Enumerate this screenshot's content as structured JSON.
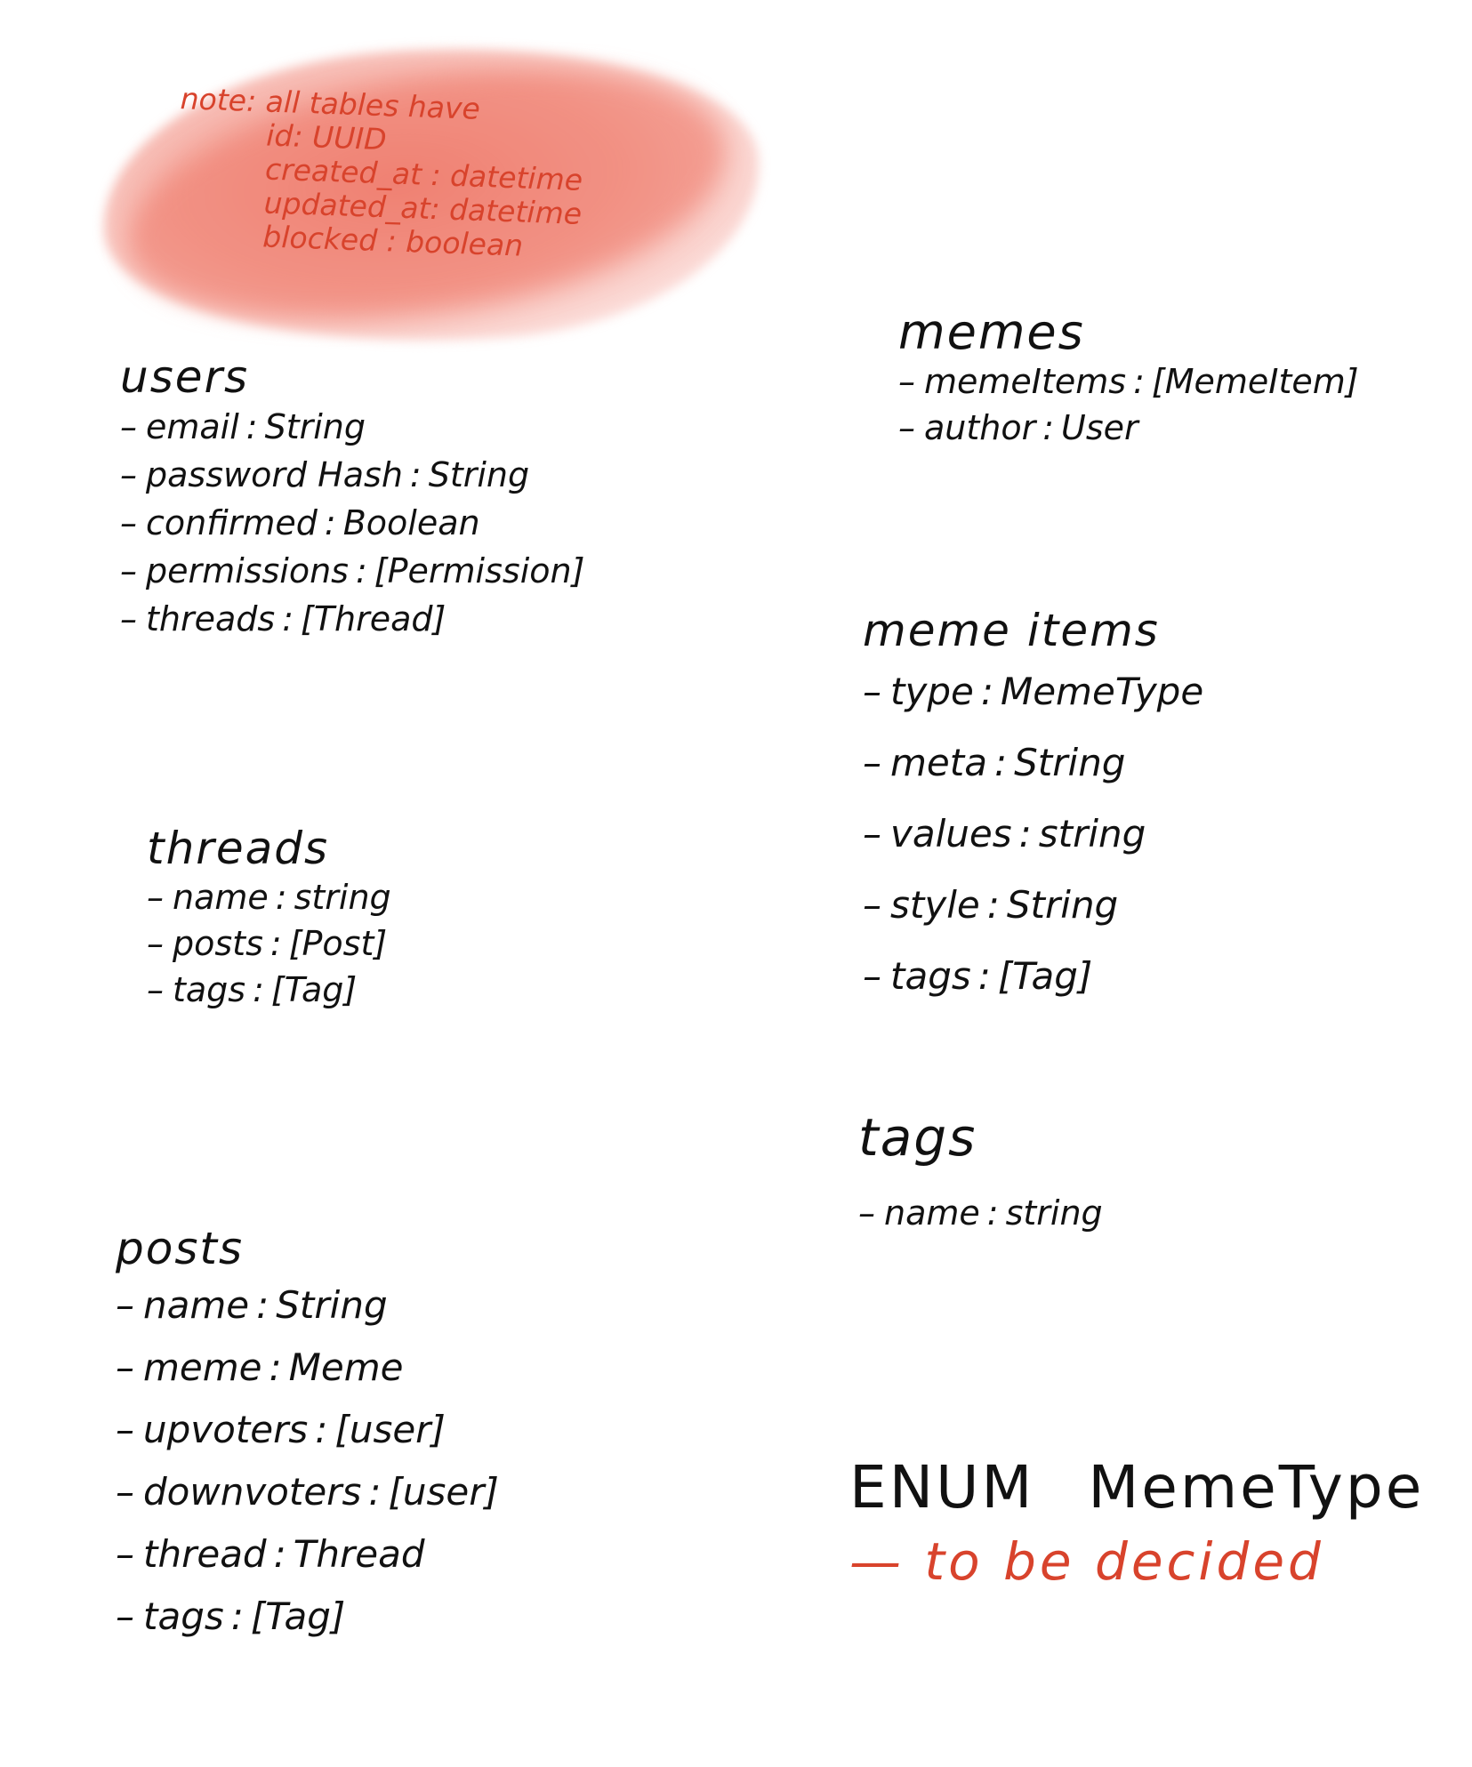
{
  "note": {
    "lines": [
      "note: all tables have",
      "id: UUID",
      "created_at : datetime",
      "updated_at: datetime",
      "blocked : boolean"
    ],
    "color": "#d8432c",
    "highlight_color": "#ec6e5e"
  },
  "tables": {
    "users": {
      "title": "users",
      "fields": [
        {
          "name": "email",
          "type": "String"
        },
        {
          "name": "password Hash",
          "type": "String"
        },
        {
          "name": "confirmed",
          "type": "Boolean"
        },
        {
          "name": "permissions",
          "type": "[Permission]"
        },
        {
          "name": "threads",
          "type": "[Thread]"
        }
      ]
    },
    "threads": {
      "title": "threads",
      "fields": [
        {
          "name": "name",
          "type": "string"
        },
        {
          "name": "posts",
          "type": "[Post]"
        },
        {
          "name": "tags",
          "type": "[Tag]"
        }
      ]
    },
    "posts": {
      "title": "posts",
      "fields": [
        {
          "name": "name",
          "type": "String"
        },
        {
          "name": "meme",
          "type": "Meme"
        },
        {
          "name": "upvoters",
          "type": "[user]"
        },
        {
          "name": "downvoters",
          "type": "[user]"
        },
        {
          "name": "thread",
          "type": "Thread"
        },
        {
          "name": "tags",
          "type": "[Tag]"
        }
      ]
    },
    "memes": {
      "title": "memes",
      "fields": [
        {
          "name": "memeItems",
          "type": "[MemeItem]"
        },
        {
          "name": "author",
          "type": "User"
        }
      ]
    },
    "meme_items": {
      "title": "meme items",
      "fields": [
        {
          "name": "type",
          "type": "MemeType"
        },
        {
          "name": "meta",
          "type": "String"
        },
        {
          "name": "values",
          "type": "string"
        },
        {
          "name": "style",
          "type": "String"
        },
        {
          "name": "tags",
          "type": "[Tag]"
        }
      ]
    },
    "tags": {
      "title": "tags",
      "fields": [
        {
          "name": "name",
          "type": "string"
        }
      ]
    }
  },
  "enum": {
    "keyword": "ENUM",
    "name": "MemeType",
    "todo": "— to be decided",
    "todo_color": "#d8432c"
  }
}
